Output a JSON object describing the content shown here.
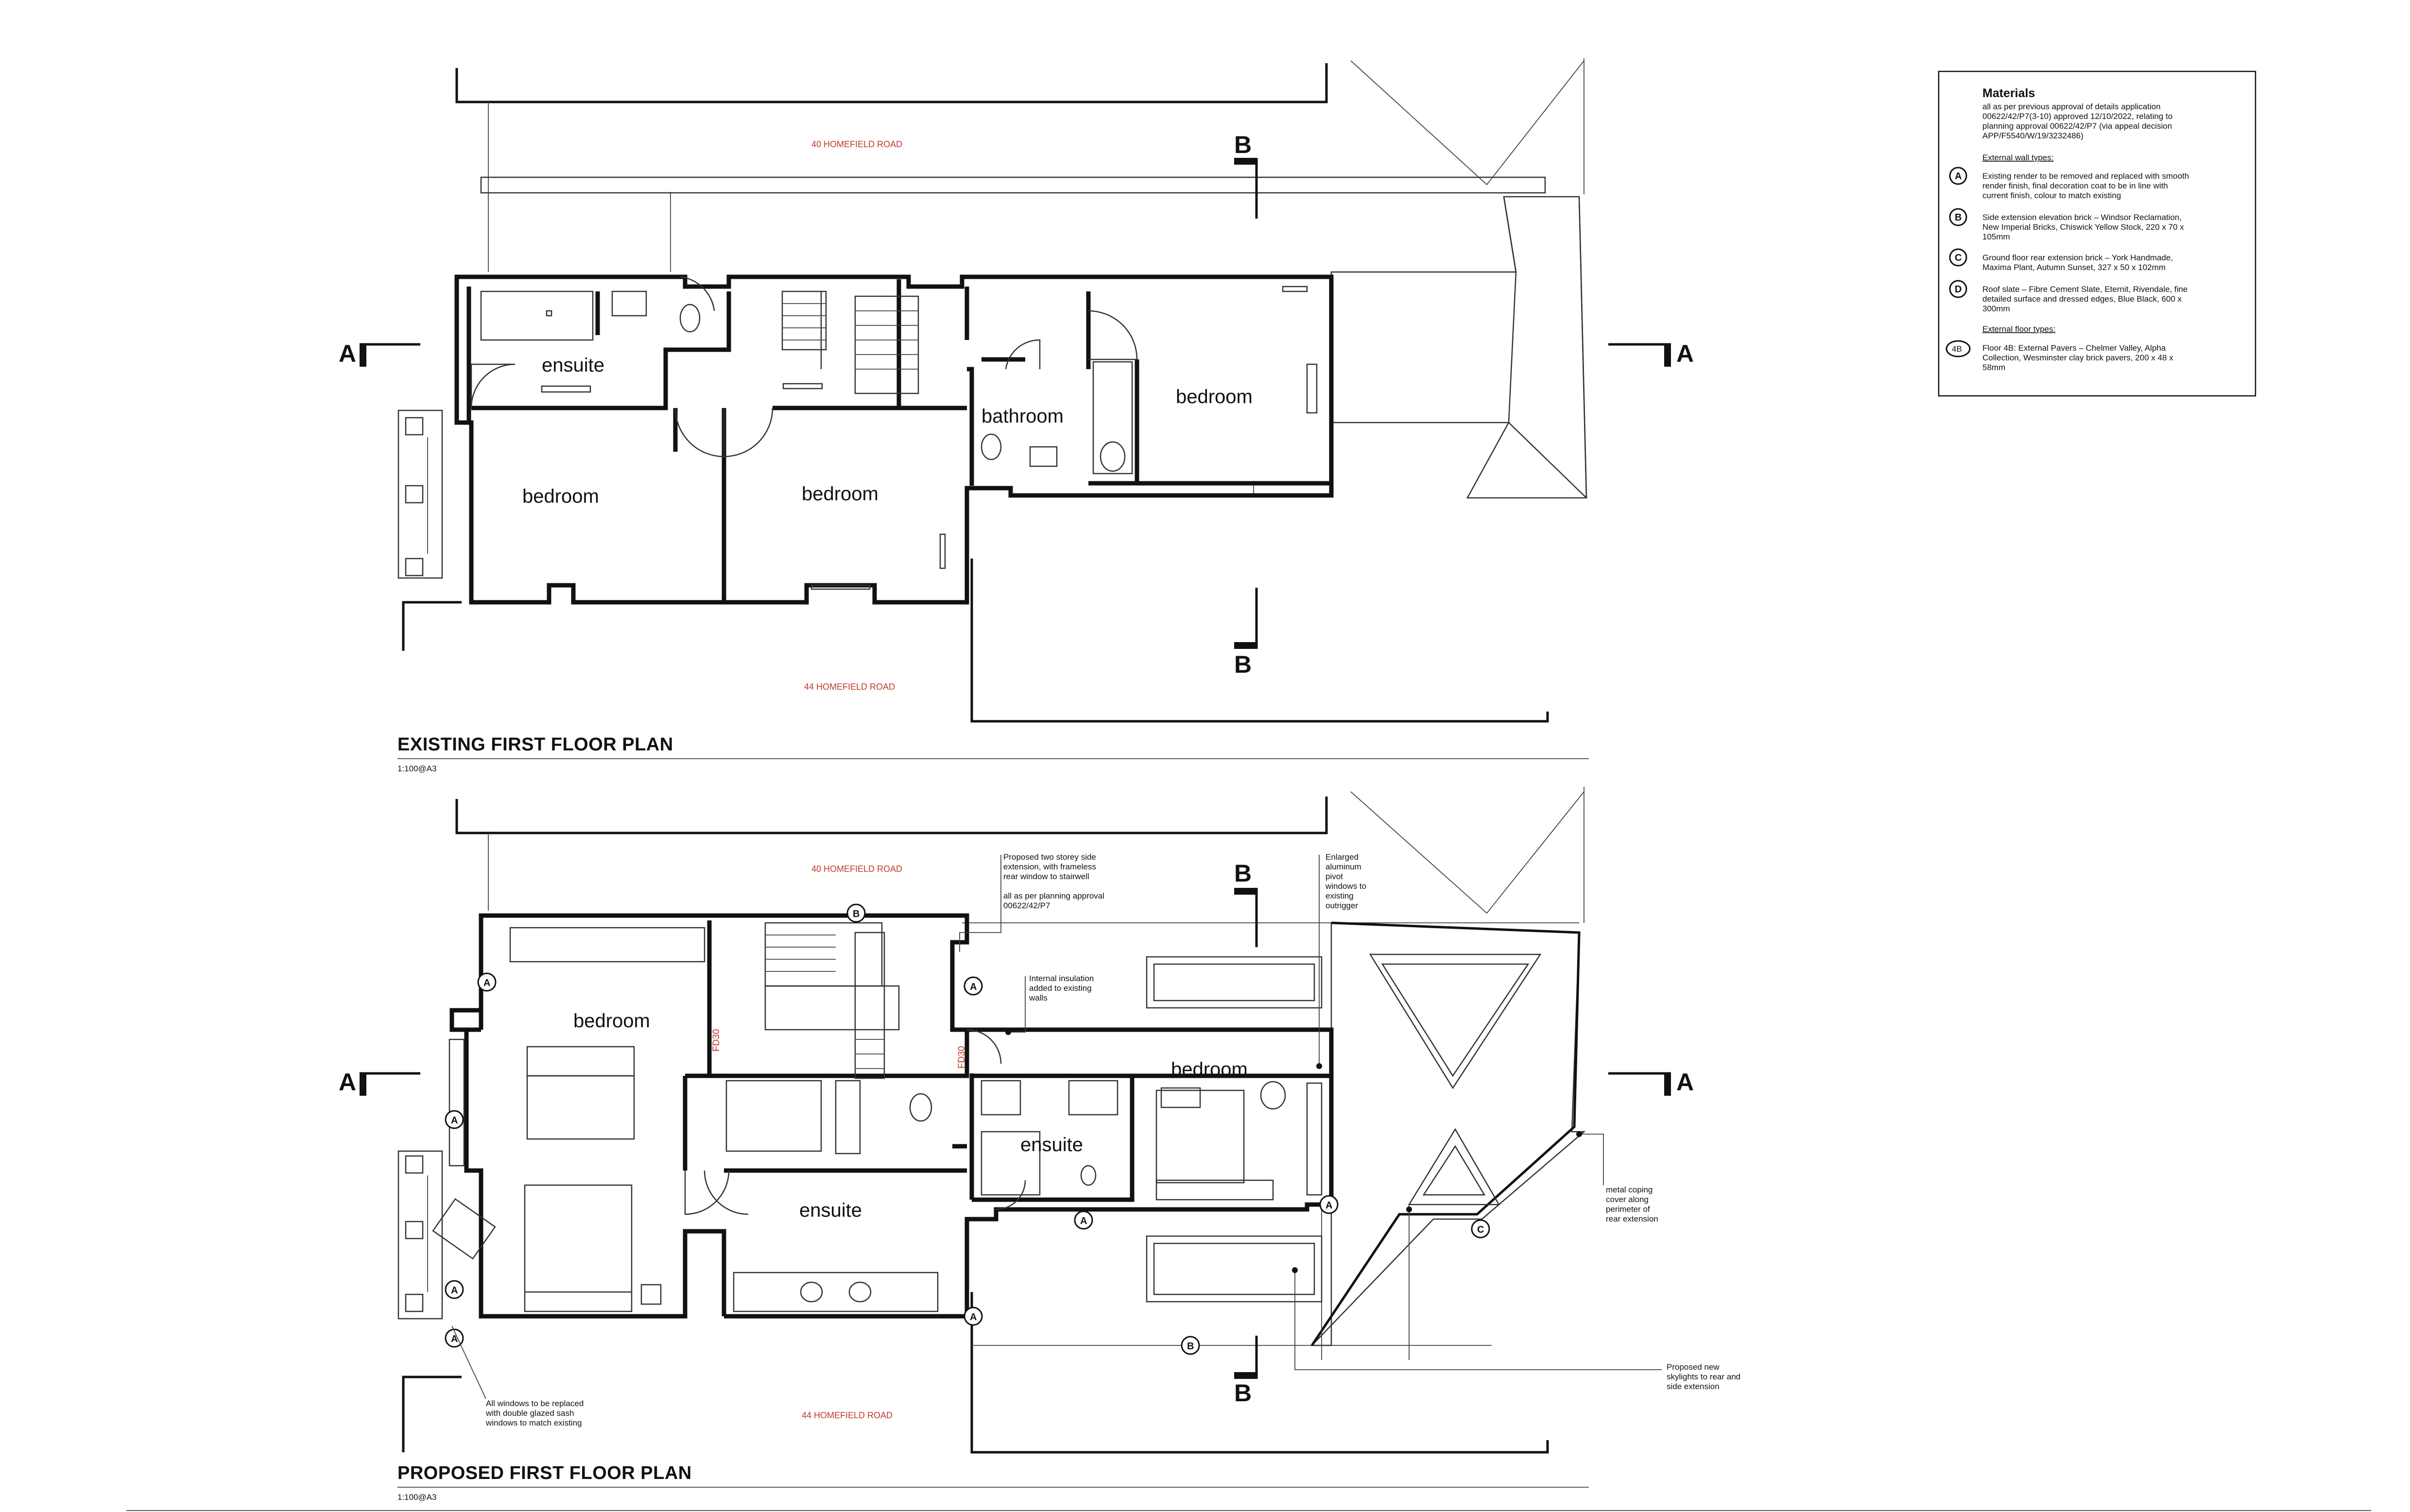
{
  "existing": {
    "title": "EXISTING FIRST FLOOR PLAN",
    "scale": "1:100@A3",
    "road_top": "40 HOMEFIELD ROAD",
    "road_bottom": "44 HOMEFIELD ROAD",
    "rooms": {
      "ensuite": "ensuite",
      "bathroom": "bathroom",
      "bedroom_left": "bedroom",
      "bedroom_mid": "bedroom",
      "bedroom_right": "bedroom"
    }
  },
  "proposed": {
    "title": "PROPOSED FIRST FLOOR PLAN",
    "scale": "1:100@A3",
    "road_top": "40 HOMEFIELD ROAD",
    "road_bottom": "44 HOMEFIELD ROAD",
    "rooms": {
      "bedroom_left": "bedroom",
      "ensuite_mid": "ensuite",
      "ensuite_right": "ensuite",
      "bedroom_right": "bedroom"
    },
    "fd_labels": [
      "FD30",
      "FD30"
    ],
    "notes": {
      "side_extension": [
        "Proposed two storey side",
        "extension, with frameless",
        "rear window to stairwell",
        "",
        "all as per planning approval",
        "00622/42/P7"
      ],
      "insulation": [
        "Internal insulation",
        "added to existing",
        "walls"
      ],
      "windows_pivot": [
        "Enlarged",
        "aluminum",
        "pivot",
        "windows to",
        "existing",
        "outrigger"
      ],
      "coping": [
        "metal coping",
        "cover along",
        "perimeter of",
        "rear extension"
      ],
      "skylights": [
        "Proposed new",
        "skylights to rear and",
        "side extension"
      ],
      "sash": [
        "All windows to be replaced",
        "with double glazed sash",
        "windows to match existing"
      ]
    }
  },
  "section_markers": {
    "a": "A",
    "b": "B"
  },
  "materials": {
    "title": "Materials",
    "intro": [
      "all as per previous approval of details application",
      "00622/42/P7(3-10) approved 12/10/2022, relating to",
      "planning approval 00622/42/P7 (via appeal decision",
      "APP/F5540/W/19/3232486)"
    ],
    "wall_heading": "External wall types:",
    "walls": [
      {
        "tag": "A",
        "lines": [
          "Existing render to be removed and replaced with smooth",
          "render finish, final decoration coat to be in line with",
          "current finish, colour to match existing"
        ]
      },
      {
        "tag": "B",
        "lines": [
          "Side extension elevation brick – Windsor Reclamation,",
          "New Imperial Bricks, Chiswick Yellow Stock, 220 x 70 x",
          "105mm"
        ]
      },
      {
        "tag": "C",
        "lines": [
          "Ground floor rear extension brick – York Handmade,",
          "Maxima Plant, Autumn Sunset, 327 x 50 x 102mm"
        ]
      },
      {
        "tag": "D",
        "lines": [
          "Roof slate – Fibre Cement Slate, Eternit, Rivendale, fine",
          "detailed surface and dressed edges, Blue Black, 600 x",
          "300mm"
        ]
      }
    ],
    "floor_heading": "External floor types:",
    "floors": [
      {
        "tag": "4B",
        "lines": [
          "Floor 4B: External Pavers – Chelmer Valley, Alpha",
          "Collection, Wesminster clay brick pavers, 200 x 48 x",
          "58mm"
        ]
      }
    ]
  },
  "wall_tags": [
    "A",
    "A",
    "A",
    "A",
    "A",
    "A",
    "A",
    "B",
    "B",
    "C"
  ]
}
